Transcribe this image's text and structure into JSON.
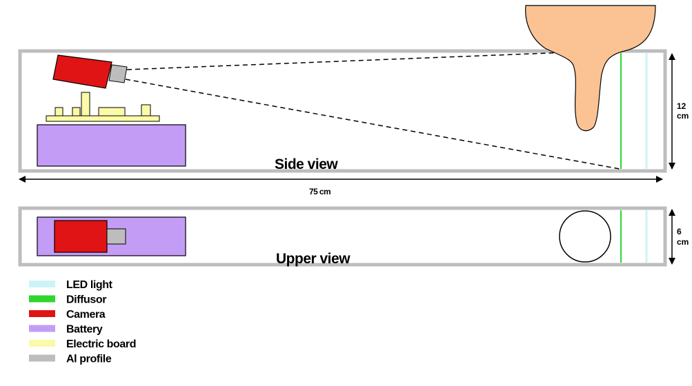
{
  "views": {
    "side": "Side view",
    "upper": "Upper view"
  },
  "dimensions": {
    "length": "75 cm",
    "height_value": "12",
    "height_unit": "cm",
    "width_value": "6",
    "width_unit": "cm"
  },
  "legend": [
    {
      "label": "LED light",
      "color": "#ccf4f7"
    },
    {
      "label": "Diffusor",
      "color": "#2ed62e"
    },
    {
      "label": "Camera",
      "color": "#e01414"
    },
    {
      "label": "Battery",
      "color": "#c39cf5"
    },
    {
      "label": "Electric board",
      "color": "#fafaa8"
    },
    {
      "label": "Al profile",
      "color": "#bdbdbd"
    }
  ],
  "colors": {
    "frame": "#bdbdbd",
    "finger": "#fbc394",
    "lens": "#bdbdbd",
    "outline": "#000000"
  }
}
